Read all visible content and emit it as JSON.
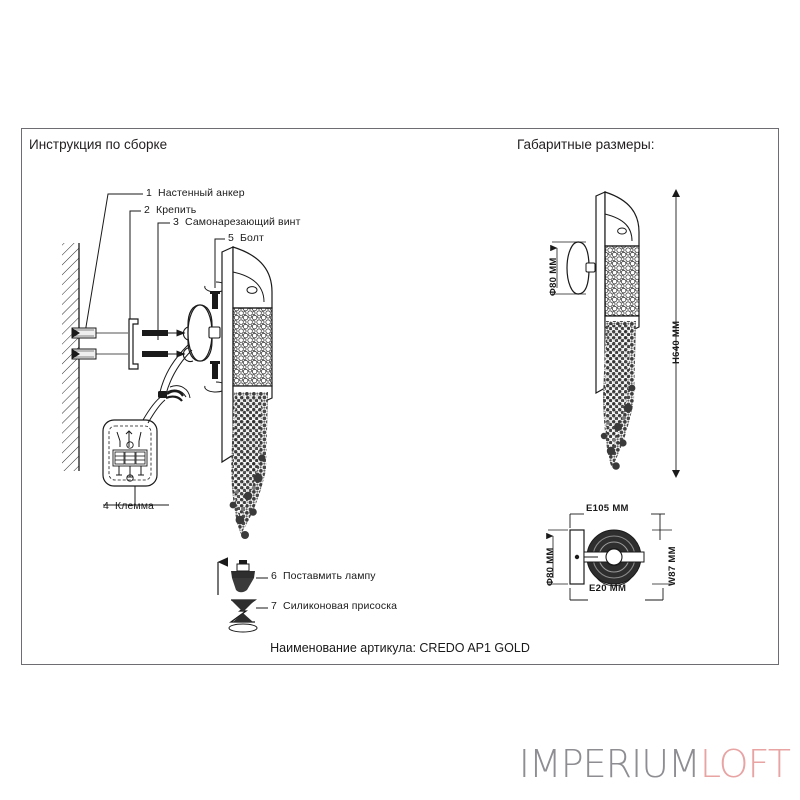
{
  "sheet": {
    "title_left": "Инструкция по сборке",
    "title_right": "Габаритные размеры:",
    "article_line": "Наименование артикула: CREDO AP1 GOLD",
    "frame_color": "#6d6d72",
    "background": "#ffffff",
    "ink": "#1a1a1a"
  },
  "assembly": {
    "parts": [
      {
        "num": "1",
        "label": "Настенный анкер"
      },
      {
        "num": "2",
        "label": "Крепить"
      },
      {
        "num": "3",
        "label": "Самонарезающий винт"
      },
      {
        "num": "5",
        "label": "Болт"
      },
      {
        "num": "4",
        "label": "Клемма"
      },
      {
        "num": "6",
        "label": "Поставмить лампу"
      },
      {
        "num": "7",
        "label": "Силиконовая присоска"
      }
    ]
  },
  "dimensions": {
    "side_view": [
      {
        "key": "canopy_diameter",
        "text": "Φ80 MM"
      },
      {
        "key": "overall_height",
        "text": "H640 MM"
      }
    ],
    "front_view": [
      {
        "key": "projection_top",
        "text": "E105 MM"
      },
      {
        "key": "plate_diameter",
        "text": "Φ80 MM"
      },
      {
        "key": "width",
        "text": "W87 MM"
      },
      {
        "key": "projection_bottom",
        "text": "E20 MM"
      }
    ]
  },
  "brand": {
    "name_part_1": "IMPERIUM",
    "name_part_2": "LOFT",
    "color_1": "#8d8d92",
    "color_2": "#e8a3a3"
  }
}
